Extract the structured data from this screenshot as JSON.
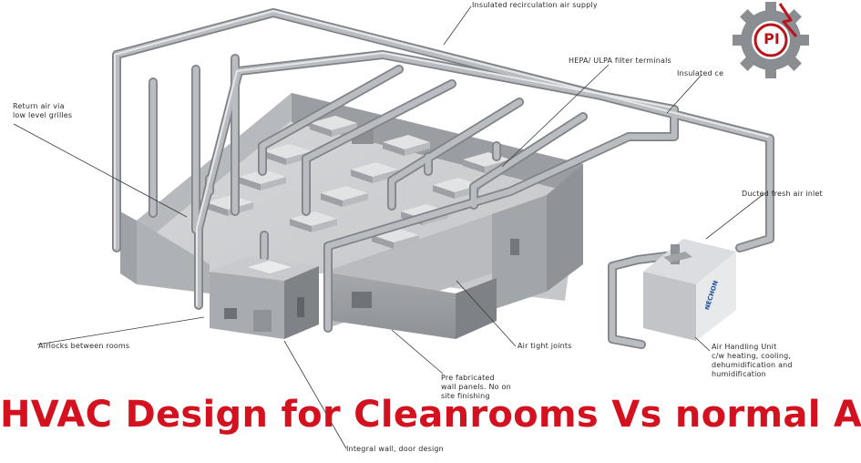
{
  "headline": "HVAC Design for Cleanrooms Vs normal AC",
  "callouts": {
    "recirculation": "Insulated recirculation air supply",
    "hepa": "HEPA/ ULPA filter terminals",
    "insulated_cut": "Insulated ce",
    "return_air": [
      "Return air via",
      "low level grilles"
    ],
    "fresh_air": "Ducted fresh air inlet",
    "airlocks": "Airlocks between rooms",
    "air_tight": "Air tight joints",
    "prefab": [
      "Pre fabricated",
      "wall panels. No on",
      "site finishing"
    ],
    "ahu": [
      "Air Handling Unit",
      "c/w heating, cooling,",
      "dehumidification and",
      "humidification"
    ],
    "integral": "Integral wall, door design"
  },
  "ahu_brand": "NECHON",
  "logo": {
    "letters": "PI",
    "name": "gear-logo-icon"
  },
  "colors": {
    "headline": "#d4111e",
    "duct": "#b9bcc0",
    "duct_edge": "#7f8388",
    "wall_light": "#c4c6c9",
    "wall_dark": "#8d9094",
    "brand": "#1d4f9e"
  }
}
